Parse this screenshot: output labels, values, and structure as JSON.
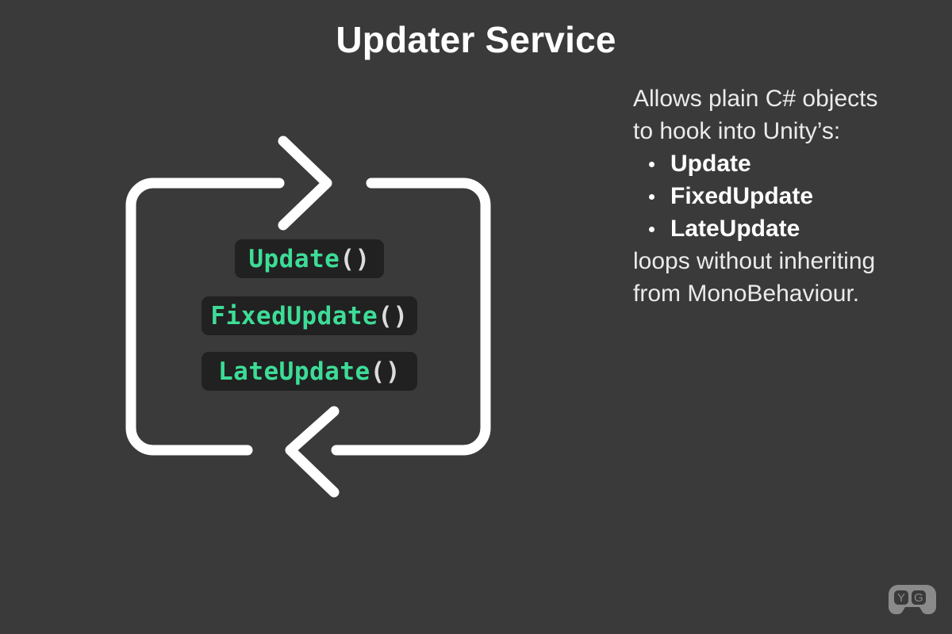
{
  "slide": {
    "title": "Updater Service",
    "background_color": "#3a3a3a"
  },
  "diagram": {
    "name": "unity-update-loop",
    "accent_color": "#3ddc97",
    "pill_background": "#212121",
    "loop_stroke_color": "#ffffff",
    "arrows": [
      {
        "name": "top-arrow",
        "direction": "right"
      },
      {
        "name": "bottom-arrow",
        "direction": "left"
      }
    ],
    "pills": [
      {
        "fn": "Update",
        "paren": "()"
      },
      {
        "fn": "FixedUpdate",
        "paren": "()"
      },
      {
        "fn": "LateUpdate",
        "paren": "()"
      }
    ]
  },
  "description": {
    "lead_line_1": "Allows plain C# objects",
    "lead_line_2": "to hook into Unity’s:",
    "bullets": [
      {
        "label": "Update"
      },
      {
        "label": "FixedUpdate"
      },
      {
        "label": "LateUpdate"
      }
    ],
    "tail_line_1": "loops without inheriting",
    "tail_line_2": "from MonoBehaviour."
  },
  "logo": {
    "name": "gamepad-logo",
    "left_letter": "Y",
    "right_letter": "G",
    "body_color": "#8a8a8a",
    "button_color": "#3a3a3a"
  }
}
